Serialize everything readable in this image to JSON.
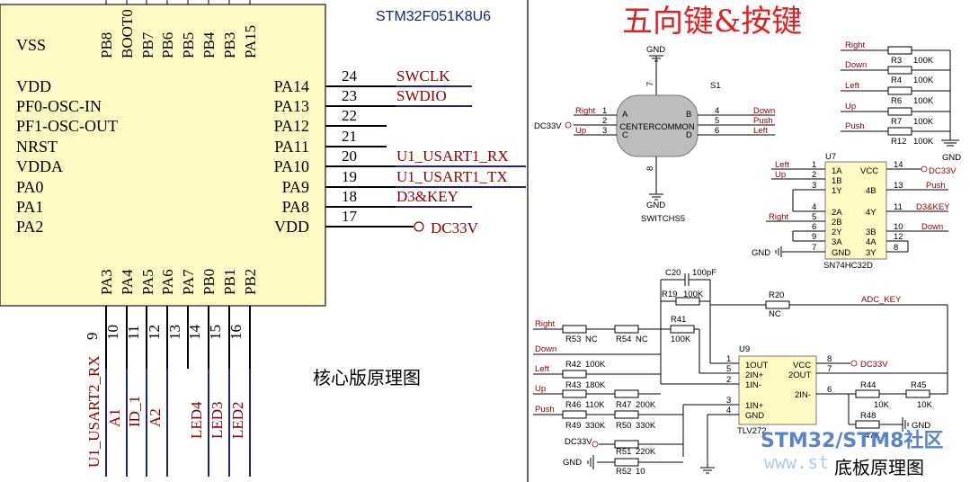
{
  "left": {
    "part_number": "STM32F051K8U6",
    "left_pins": [
      "VSS",
      "VDD",
      "PF0-OSC-IN",
      "PF1-OSC-OUT",
      "NRST",
      "VDDA",
      "PA0",
      "PA1",
      "PA2"
    ],
    "top_pins": [
      "PB8",
      "BOOT0",
      "PB7",
      "PB6",
      "PB5",
      "PB4",
      "PB3",
      "PA15"
    ],
    "right_pins": [
      "PA14",
      "PA13",
      "PA12",
      "PA11",
      "PA10",
      "PA9",
      "PA8",
      "VDD"
    ],
    "right_numbers": [
      "24",
      "23",
      "22",
      "21",
      "20",
      "19",
      "18",
      "17"
    ],
    "right_nets": [
      "SWCLK",
      "SWDIO",
      "",
      "",
      "U1_USART1_RX",
      "U1_USART1_TX",
      "D3&KEY",
      "DC33V"
    ],
    "bottom_pins": [
      "PA3",
      "PA4",
      "PA5",
      "PA6",
      "PA7",
      "PB0",
      "PB1",
      "PB2"
    ],
    "bottom_numbers": [
      "9",
      "10",
      "11",
      "12",
      "13",
      "14",
      "15",
      "16"
    ],
    "bottom_nets": [
      "U1_USART2_RX",
      "A1",
      "ID_1",
      "A2",
      "",
      "LED4",
      "LED3",
      "LED2"
    ],
    "caption": "核心版原理图"
  },
  "right": {
    "title": "五向键&按键",
    "caption": "底板原理图",
    "switch": {
      "ref": "S1",
      "name": "SWITCHS5",
      "body": "CENTERCOMMON",
      "gnd": "GND",
      "pin7": "7",
      "pin8": "8",
      "left_nets": [
        "Right",
        "DC33V",
        "Up"
      ],
      "left_letters": [
        "A",
        "CENTER",
        "C"
      ],
      "left_nums": [
        "1",
        "2",
        "3"
      ],
      "right_nets": [
        "Down",
        "Push",
        "Left"
      ],
      "right_letters": [
        "B",
        "COMMON",
        "D"
      ],
      "right_nums": [
        "4",
        "5",
        "6"
      ]
    },
    "pullups": {
      "nets": [
        "Right",
        "Down",
        "Left",
        "Up",
        "Push"
      ],
      "refs": [
        "R3",
        "R4",
        "R6",
        "R7",
        "R12"
      ],
      "values": [
        "100K",
        "100K",
        "100K",
        "100K",
        "100K"
      ],
      "gnd": "GND"
    },
    "u7": {
      "ref": "U7",
      "part": "SN74HC32D",
      "left_nets": [
        "Left",
        "Up",
        "",
        "",
        "Right",
        "",
        "",
        "GND"
      ],
      "left_nums": [
        "1",
        "2",
        "3",
        "4",
        "5",
        "6",
        "9",
        "7"
      ],
      "left_pins": [
        "1A",
        "1B",
        "1Y",
        "2A",
        "2B",
        "2Y",
        "3A",
        "GND"
      ],
      "right_pins": [
        "VCC",
        "4B",
        "4Y",
        "3B",
        "4A",
        "3Y"
      ],
      "right_nums": [
        "14",
        "13",
        "11",
        "10",
        "12",
        "8"
      ],
      "right_nets": [
        "DC33V",
        "Push",
        "D3&KEY",
        "Down",
        "",
        ""
      ]
    },
    "u9": {
      "ref": "U9",
      "part": "TLV272",
      "left_pins": [
        "1OUT",
        "2IN+",
        "1IN-",
        "1IN+",
        "GND"
      ],
      "left_nums": [
        "1",
        "5",
        "2",
        "3",
        "4"
      ],
      "right_pins": [
        "VCC",
        "2OUT",
        "2IN-"
      ],
      "right_nums": [
        "8",
        "7",
        "6"
      ],
      "vcc_net": "DC33V",
      "c20": {
        "ref": "C20",
        "value": "100pF"
      },
      "r19": {
        "ref": "R19",
        "value": "100K"
      },
      "r41": {
        "ref": "R41",
        "value": "100K"
      },
      "r20": {
        "ref": "R20",
        "value": "NC"
      },
      "adc_net": "ADC_KEY",
      "ladder_nets": [
        "Right",
        "Down",
        "Left",
        "Up",
        "Push",
        "DC33V",
        "GND"
      ],
      "ladder_a": [
        {
          "ref": "R53",
          "value": "NC"
        },
        {
          "ref": "R42",
          "value": "100K"
        },
        {
          "ref": "R43",
          "value": "180K"
        },
        {
          "ref": "R46",
          "value": "110K"
        },
        {
          "ref": "R49",
          "value": "330K"
        }
      ],
      "ladder_b": [
        {
          "ref": "R54",
          "value": "NC"
        },
        {
          "ref": "R47",
          "value": "200K"
        },
        {
          "ref": "R50",
          "value": "330K"
        },
        {
          "ref": "R51",
          "value": "220K"
        },
        {
          "ref": "R52",
          "value": "10"
        }
      ],
      "r44": {
        "ref": "R44",
        "value": "10K"
      },
      "r45": {
        "ref": "R45",
        "value": "10K"
      },
      "r48": {
        "ref": "R48",
        "value": "47K"
      },
      "gnd": "GND"
    },
    "watermark": "STM32/STM8社区",
    "watermark_url": "www.st"
  }
}
